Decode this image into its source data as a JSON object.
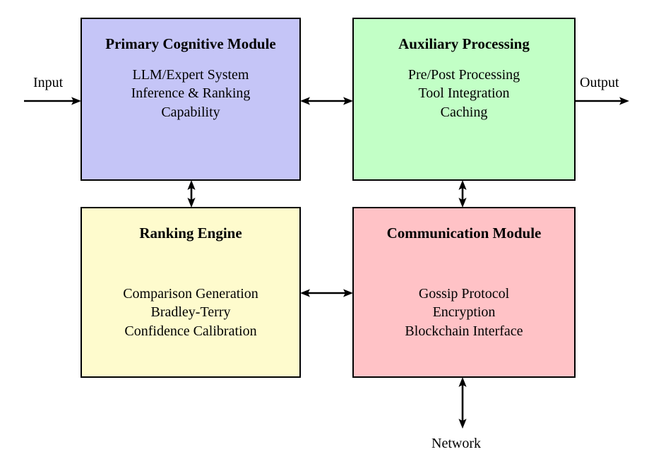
{
  "diagram": {
    "title_hidden": "",
    "boxes": [
      {
        "id": "primary",
        "title": "Primary Cognitive Module",
        "lines": [
          "LLM/Expert System",
          "Inference & Ranking",
          "Capability"
        ],
        "fill": "#c5c5f7"
      },
      {
        "id": "auxiliary",
        "title": "Auxiliary Processing",
        "lines": [
          "Pre/Post Processing",
          "Tool Integration",
          "Caching"
        ],
        "fill": "#c2ffc6"
      },
      {
        "id": "ranking",
        "title": "Ranking Engine",
        "lines": [
          "Comparison Generation",
          "Bradley-Terry",
          "Confidence Calibration"
        ],
        "fill": "#fefbcd"
      },
      {
        "id": "communication",
        "title": "Communication Module",
        "lines": [
          "Gossip Protocol",
          "Encryption",
          "Blockchain Interface"
        ],
        "fill": "#ffc2c6"
      }
    ],
    "external_labels": {
      "input": "Input",
      "output": "Output",
      "network": "Network"
    },
    "connectors": [
      {
        "name": "input-arrow",
        "kind": "single",
        "orientation": "horizontal"
      },
      {
        "name": "primary-auxiliary-arrow",
        "kind": "double",
        "orientation": "horizontal"
      },
      {
        "name": "output-arrow",
        "kind": "single",
        "orientation": "horizontal"
      },
      {
        "name": "primary-ranking-arrow",
        "kind": "double",
        "orientation": "vertical"
      },
      {
        "name": "auxiliary-communication-arrow",
        "kind": "double",
        "orientation": "vertical"
      },
      {
        "name": "ranking-communication-arrow",
        "kind": "double",
        "orientation": "horizontal"
      },
      {
        "name": "communication-network-arrow",
        "kind": "double",
        "orientation": "vertical"
      }
    ],
    "stroke_color": "#000000"
  }
}
